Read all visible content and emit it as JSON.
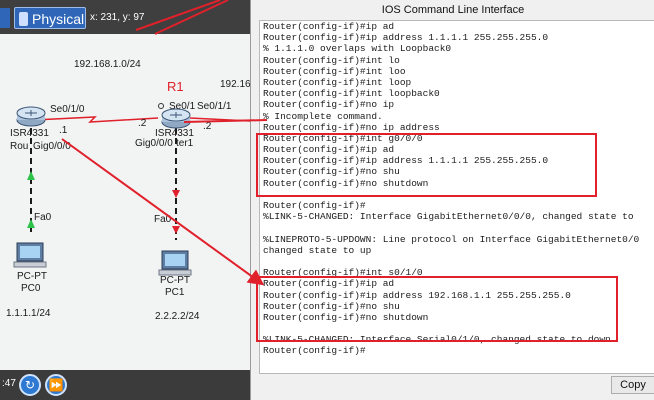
{
  "topology": {
    "physical_tab": "Physical",
    "coords": "x: 231, y: 97",
    "network_label_1": "192.168.1.0/24",
    "network_label_2": "192.16",
    "router_r1_name": "R1",
    "router0": {
      "model": "ISR4331",
      "name_partial": "Rou",
      "port_gig": "Gig0/0/0",
      "port_se": "Se0/1/0",
      "ip_suffix": ".1"
    },
    "router1": {
      "model": "ISR4331",
      "port_gig": "Gig0/0/0",
      "name_partial": "ter1",
      "port_se0": "Se0/1",
      "port_se1": "Se0/1/1",
      "ip_suffix_left": ".2",
      "ip_suffix_right": ".2"
    },
    "pc0": {
      "port": "Fa0",
      "type": "PC-PT",
      "name": "PC0",
      "network": "1.1.1.1/24"
    },
    "pc1": {
      "port": "Fa0",
      "type": "PC-PT",
      "name": "PC1",
      "network": "2.2.2.2/24"
    },
    "time_text": ":47"
  },
  "cli": {
    "title": "IOS Command Line Interface",
    "copy_label": "Copy",
    "lines": [
      "Router(config-if)#ip ad",
      "Router(config-if)#ip address 1.1.1.1 255.255.255.0",
      "% 1.1.1.0 overlaps with Loopback0",
      "Router(config-if)#int lo",
      "Router(config-if)#int loo",
      "Router(config-if)#int loop",
      "Router(config-if)#int loopback0",
      "Router(config-if)#no ip",
      "% Incomplete command.",
      "Router(config-if)#no ip address",
      "Router(config-if)#int g0/0/0",
      "Router(config-if)#ip ad",
      "Router(config-if)#ip address 1.1.1.1 255.255.255.0",
      "Router(config-if)#no shu",
      "Router(config-if)#no shutdown",
      "",
      "Router(config-if)#",
      "%LINK-5-CHANGED: Interface GigabitEthernet0/0/0, changed state to",
      "",
      "%LINEPROTO-5-UPDOWN: Line protocol on Interface GigabitEthernet0/0",
      "changed state to up",
      "",
      "Router(config-if)#int s0/1/0",
      "Router(config-if)#ip ad",
      "Router(config-if)#ip address 192.168.1.1 255.255.255.0",
      "Router(config-if)#no shu",
      "Router(config-if)#no shutdown",
      "",
      "%LINK-5-CHANGED: Interface Serial0/1/0, changed state to down",
      "Router(config-if)#"
    ]
  },
  "colors": {
    "highlight": "#e0202a",
    "link_serial": "#e0202a",
    "link_ethernet": "#1a1a1a"
  }
}
